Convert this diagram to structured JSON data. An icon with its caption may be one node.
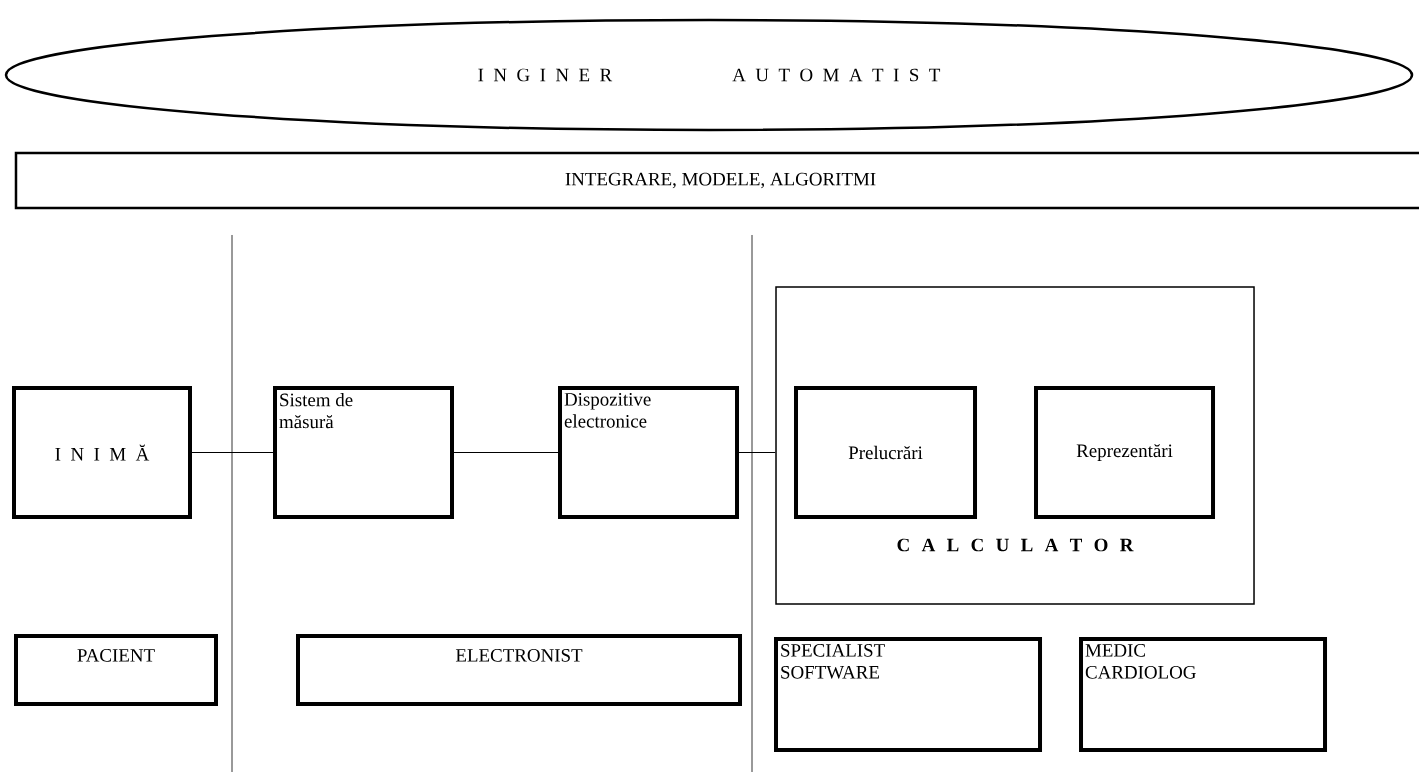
{
  "diagram": {
    "nodes": [
      {
        "text": [
          "I N G I N E R",
          "A U T O M A T I S T"
        ]
      },
      {
        "text": [
          "INTEGRARE, MODELE, ALGORITMI"
        ]
      },
      {
        "text": [
          "I N I M Ă"
        ]
      },
      {
        "text": [
          "Sistem de măsură"
        ]
      },
      {
        "text": [
          "Dispozitive electronice"
        ]
      },
      {
        "text": [
          "C A L C U L A T O R"
        ]
      },
      {
        "text": [
          "Prelucrări"
        ],
        "in": 5
      },
      {
        "text": [
          "Reprezentări"
        ],
        "in": 5
      },
      {
        "text": [
          "PACIENT"
        ]
      },
      {
        "text": [
          "ELECTRONIST"
        ]
      },
      {
        "text": [
          "SPECIALIST SOFTWARE"
        ]
      },
      {
        "text": [
          "MEDIC CARDIOLOG"
        ]
      }
    ],
    "edges": [
      {
        "from": 2,
        "to": 3,
        "arrow": "none"
      },
      {
        "from": 3,
        "to": 4,
        "arrow": "none"
      },
      {
        "from": 4,
        "to": 5,
        "arrow": "none"
      }
    ]
  }
}
